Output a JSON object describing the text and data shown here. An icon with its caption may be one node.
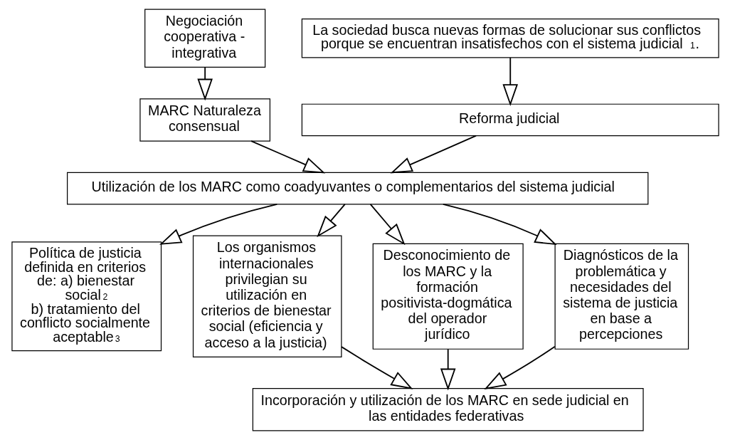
{
  "diagram": {
    "nodes": [
      {
        "text": [
          "Negociación cooperativa - integrativa"
        ]
      },
      {
        "text": [
          "La sociedad busca nuevas formas de solucionar sus conflictos porque se encuentran insatisfechos con el sistema judicial$^{1}$."
        ]
      },
      {
        "text": [
          "MARC Naturaleza consensual"
        ]
      },
      {
        "text": [
          "Reforma judicial"
        ]
      },
      {
        "text": [
          "Utilización de los MARC como coadyuvantes o complementarios del sistema judicial"
        ]
      },
      {
        "text": [
          "Política de justicia definida en criterios de: a) bienestar social$^{2}$ b) tratamiento del conflicto socialmente aceptable$^{3}$"
        ]
      },
      {
        "text": [
          "Los organismos internacionales privilegian su utilización en criterios de bienestar social (eficiencia y acceso a la justicia)"
        ]
      },
      {
        "text": [
          "Desconocimiento de los MARC y la formación positivista-dogmática del operador jurídico"
        ]
      },
      {
        "text": [
          "Diagnósticos de la problemática y necesidades del sistema de justicia en base a percepciones"
        ]
      },
      {
        "text": [
          "Incorporación y utilización de los MARC en sede judicial en las entidades federativas"
        ]
      }
    ],
    "edges": [
      {
        "from": 0,
        "to": 2,
        "arrow": "to"
      },
      {
        "from": 1,
        "to": 3,
        "arrow": "to"
      },
      {
        "from": 2,
        "to": 4,
        "arrow": "to"
      },
      {
        "from": 3,
        "to": 4,
        "arrow": "to"
      },
      {
        "from": 4,
        "to": 5,
        "arrow": "to"
      },
      {
        "from": 4,
        "to": 6,
        "arrow": "to"
      },
      {
        "from": 4,
        "to": 7,
        "arrow": "to"
      },
      {
        "from": 4,
        "to": 8,
        "arrow": "to"
      },
      {
        "from": 6,
        "to": 9,
        "arrow": "to"
      },
      {
        "from": 7,
        "to": 9,
        "arrow": "to"
      },
      {
        "from": 8,
        "to": 9,
        "arrow": "to"
      }
    ]
  }
}
